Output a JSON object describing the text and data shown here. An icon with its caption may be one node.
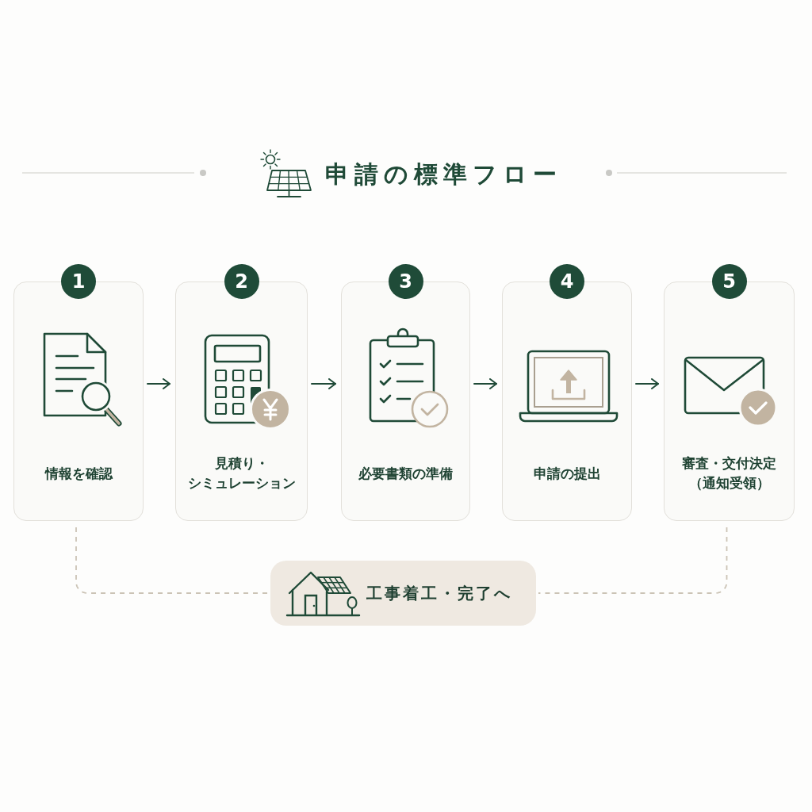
{
  "diagram": {
    "title": "申請の標準フロー",
    "nodes": [
      {
        "text": [
          "1",
          "情報を確認"
        ]
      },
      {
        "text": [
          "2",
          "見積り・シミュレーション"
        ]
      },
      {
        "text": [
          "3",
          "必要書類の準備"
        ]
      },
      {
        "text": [
          "4",
          "申請の提出"
        ]
      },
      {
        "text": [
          "5",
          "審査・交付決定（通知受領）"
        ]
      },
      {
        "text": [
          "工事着工・完了へ"
        ]
      }
    ],
    "edges": [
      {
        "from": 0,
        "to": 1,
        "arrow": "to"
      },
      {
        "from": 1,
        "to": 2,
        "arrow": "to"
      },
      {
        "from": 2,
        "to": 3,
        "arrow": "to"
      },
      {
        "from": 3,
        "to": 4,
        "arrow": "to"
      },
      {
        "from": 0,
        "to": 5,
        "arrow": "none",
        "style": "dashed",
        "color": "#cbc3b5"
      },
      {
        "from": 4,
        "to": 5,
        "arrow": "none",
        "style": "dashed",
        "color": "#cbc3b5"
      }
    ]
  }
}
